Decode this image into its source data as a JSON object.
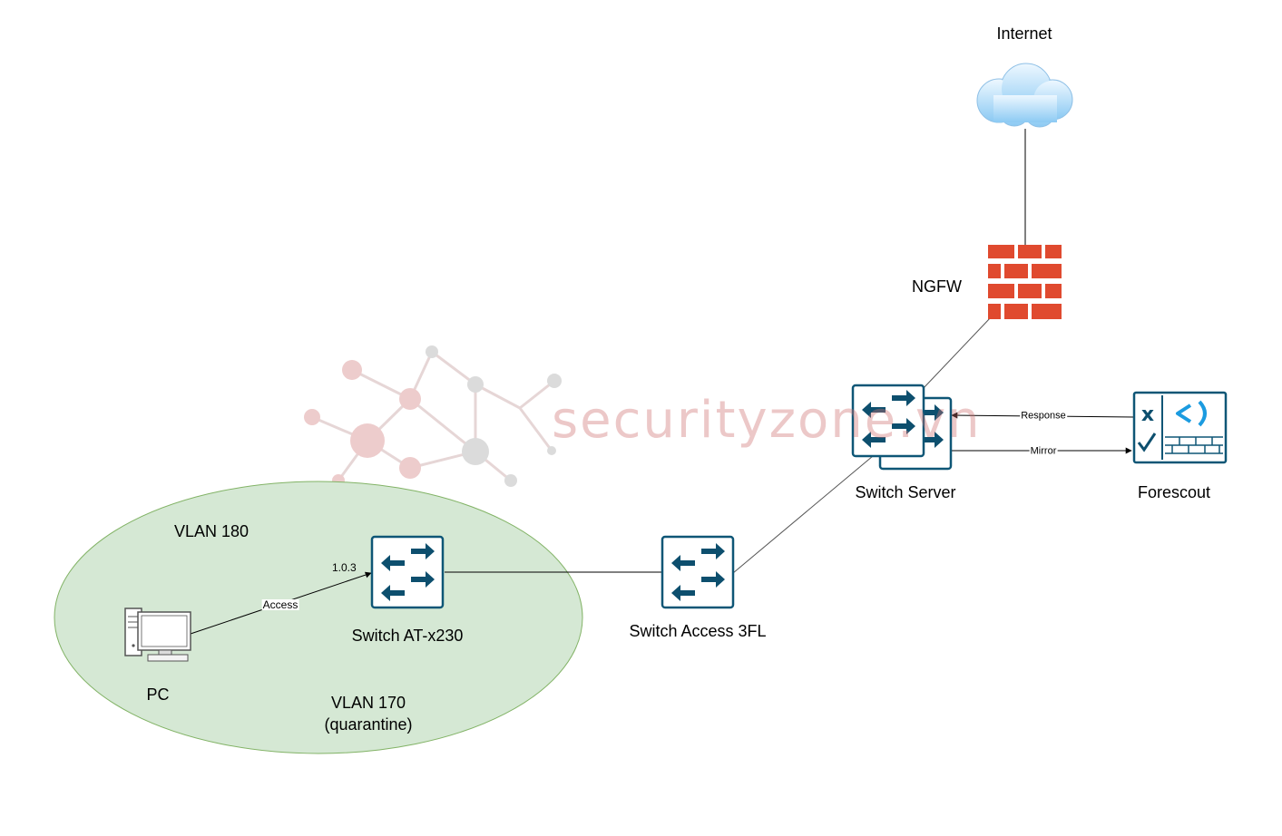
{
  "watermark": {
    "text": "securityzone.vn"
  },
  "zone": {
    "fill": "#d5e8d4",
    "stroke": "#82b366",
    "vlan_top_label": "VLAN 180",
    "vlan_bottom_label": "VLAN 170",
    "vlan_bottom_sub": "(quarantine)"
  },
  "nodes": {
    "internet": {
      "label": "Internet",
      "icon": "cloud-icon"
    },
    "firewall": {
      "label": "NGFW",
      "icon": "firewall-icon",
      "color": "#e04a2f"
    },
    "switch_server": {
      "label": "Switch Server",
      "icon": "switch-stack-icon"
    },
    "forescout": {
      "label": "Forescout",
      "icon": "forescout-icon"
    },
    "switch_access": {
      "label": "Switch Access 3FL",
      "icon": "switch-icon"
    },
    "switch_at": {
      "label": "Switch AT-x230",
      "icon": "switch-icon"
    },
    "pc": {
      "label": "PC",
      "icon": "pc-icon"
    }
  },
  "edges": {
    "pc_to_switch_label": "Access",
    "port_label": "1.0.3",
    "response_label": "Response",
    "mirror_label": "Mirror"
  },
  "colors": {
    "switch_blue": "#0d4f6e",
    "icon_stroke": "#0e5676",
    "forescout_accent": "#1b9be0"
  }
}
